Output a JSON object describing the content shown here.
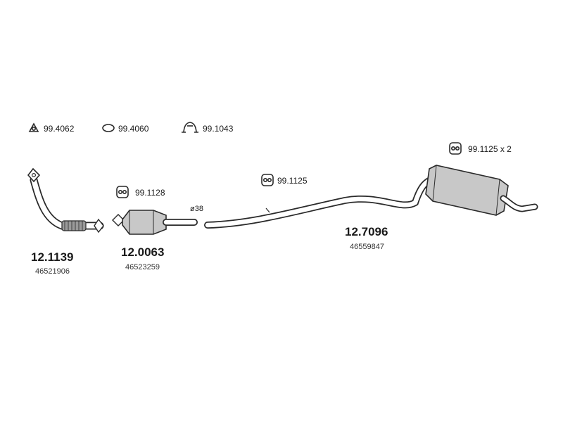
{
  "accessories": [
    {
      "code": "99.4062",
      "icon": "triangle-gasket-icon"
    },
    {
      "code": "99.4060",
      "icon": "oval-gasket-icon"
    },
    {
      "code": "99.1043",
      "icon": "clamp-icon"
    }
  ],
  "hangers": {
    "front_pipe": "99.1128",
    "middle_pipe": "99.1125",
    "rear": "99.1125 x 2"
  },
  "parts": [
    {
      "code": "12.1139",
      "oem": "46521906"
    },
    {
      "code": "12.0063",
      "oem": "46523259"
    },
    {
      "code": "12.7096",
      "oem": "46559847"
    }
  ],
  "pipe_diameter": "ø38",
  "colors": {
    "line": "#2a2a2a",
    "shade": "#c8c8c8",
    "flex": "#9a9a9a"
  }
}
